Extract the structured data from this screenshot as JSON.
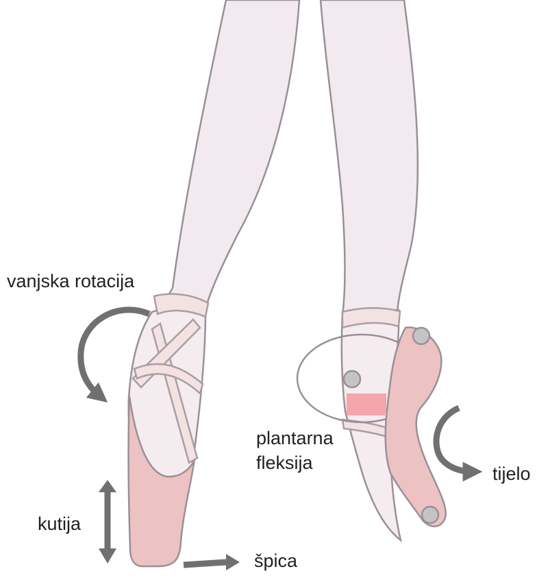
{
  "labels": {
    "external_rotation": "vanjska rotacija",
    "plantar_line1": "plantarna",
    "plantar_line2": "fleksija",
    "body": "tijelo",
    "box": "kutija",
    "tip": "špica"
  },
  "colors": {
    "tights": "#f2eaef",
    "outline": "#9a8f98",
    "shoe": "#ecc2c2",
    "ribbon": "#f4e2e3",
    "ribbon_edge": "#a89ea3",
    "arrow": "#707070",
    "bone": "#c4c4c4",
    "muscle": "#f3a6ab"
  }
}
